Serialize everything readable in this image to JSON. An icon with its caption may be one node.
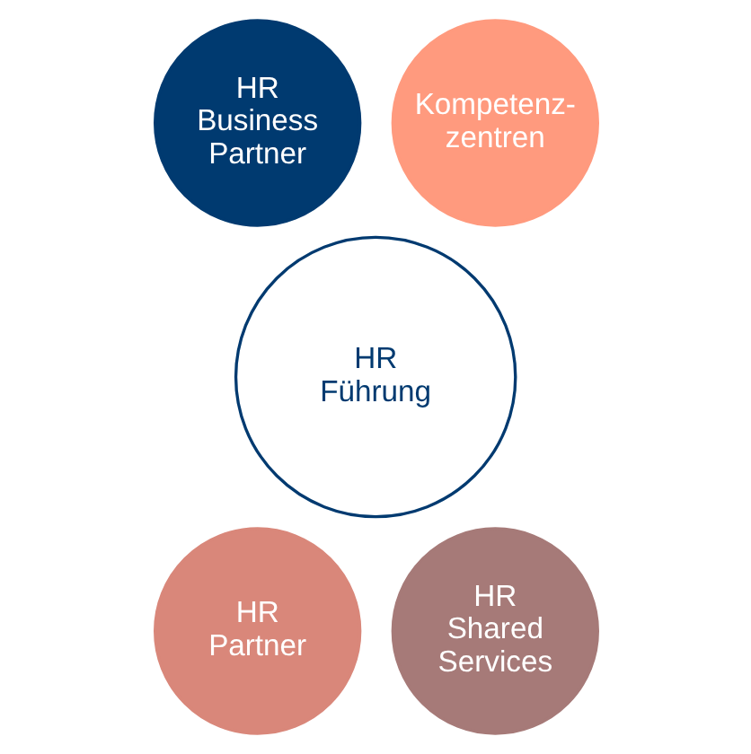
{
  "diagram": {
    "nodes": [
      {
        "text": [
          "HR Führung"
        ]
      },
      {
        "text": [
          "HR Business Partner"
        ]
      },
      {
        "text": [
          "Kompetenz- zentren"
        ]
      },
      {
        "text": [
          "HR Partner"
        ]
      },
      {
        "text": [
          "HR Shared Services"
        ]
      }
    ]
  }
}
